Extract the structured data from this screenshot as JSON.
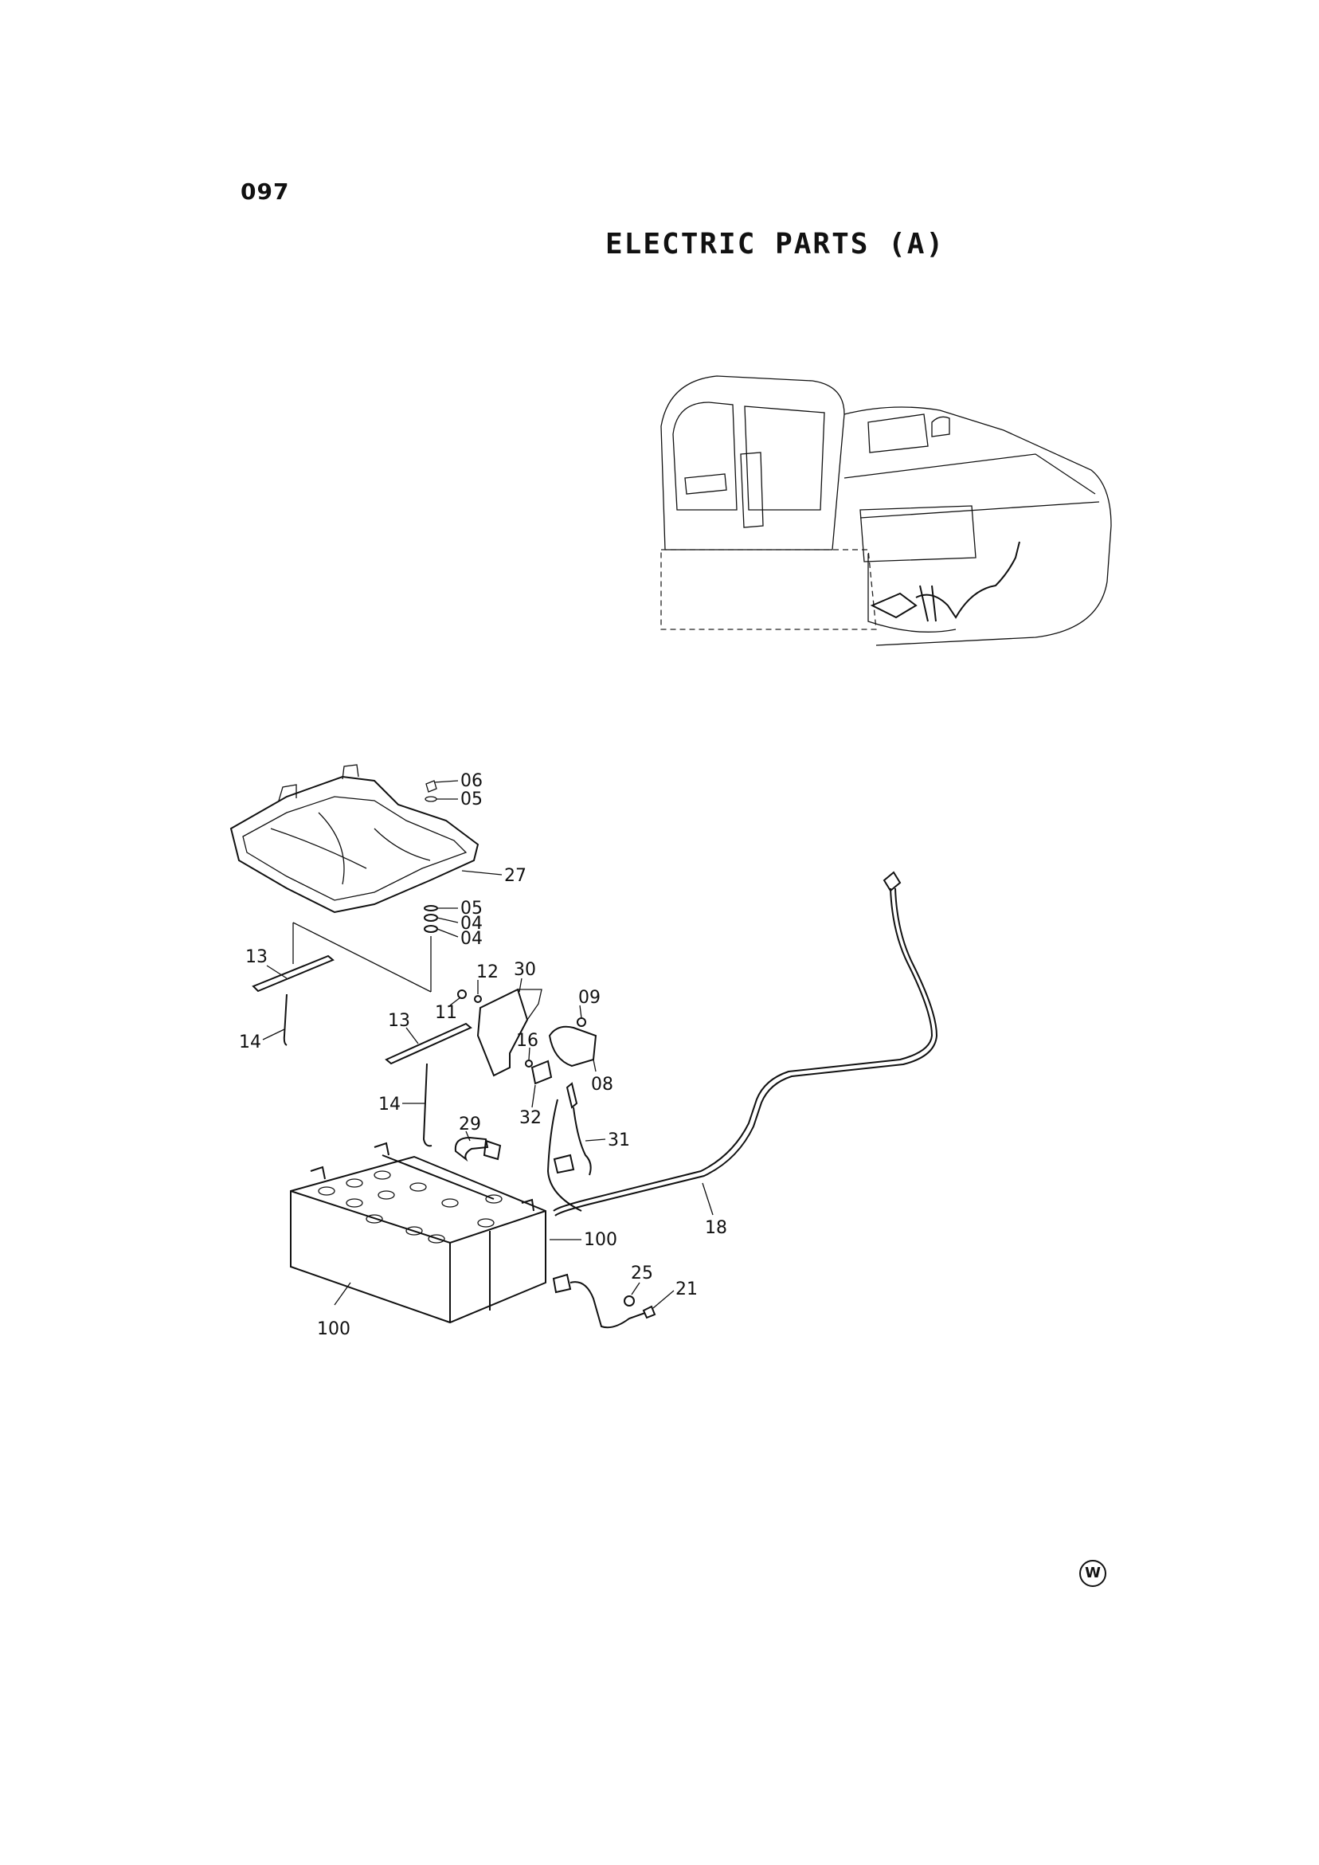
{
  "page_number": "097",
  "title": "ELECTRIC PARTS (A)",
  "watermark": "W",
  "callouts": {
    "c06": "06",
    "c05a": "05",
    "c27": "27",
    "c05b": "05",
    "c04a": "04",
    "c04b": "04",
    "c13a": "13",
    "c12": "12",
    "c30": "30",
    "c09": "09",
    "c11": "11",
    "c13b": "13",
    "c14a": "14",
    "c16": "16",
    "c08": "08",
    "c32": "32",
    "c31": "31",
    "c14b": "14",
    "c29": "29",
    "c18": "18",
    "c100a": "100",
    "c25": "25",
    "c21": "21",
    "c100b": "100"
  }
}
